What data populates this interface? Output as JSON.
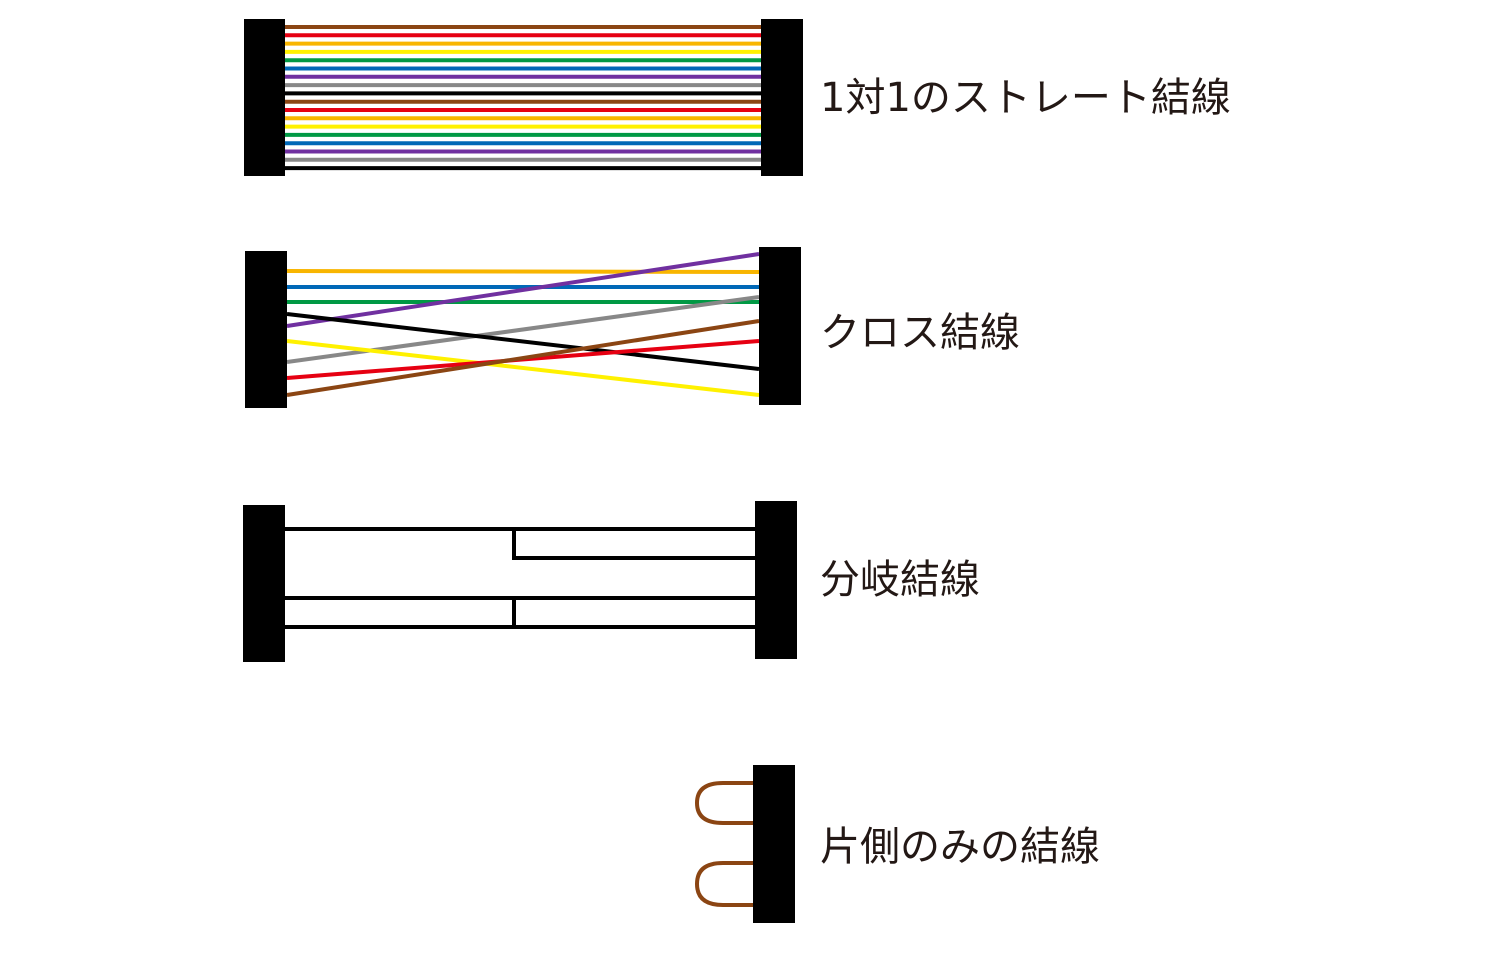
{
  "labels": {
    "straight": "1対1のストレート結線",
    "cross": "クロス結線",
    "branch": "分岐結線",
    "oneside": "片側のみの結線"
  },
  "colors": {
    "connector": "#000000",
    "label": "#231815",
    "brown": "#8B4513",
    "red": "#E60012",
    "orange": "#F8B500",
    "yellow": "#FFF100",
    "green": "#009944",
    "blue": "#0068B7",
    "purple": "#7030A0",
    "gray": "#888888",
    "black": "#000000",
    "loop": "#8B4513"
  },
  "straight_wires": [
    "brown",
    "red",
    "orange",
    "yellow",
    "green",
    "blue",
    "purple",
    "gray",
    "black",
    "brown",
    "red",
    "orange",
    "yellow",
    "green",
    "blue",
    "purple",
    "gray",
    "black"
  ],
  "cross_wires": [
    "orange",
    "blue",
    "green",
    "purple",
    "gray",
    "black",
    "yellow",
    "red",
    "brown"
  ]
}
